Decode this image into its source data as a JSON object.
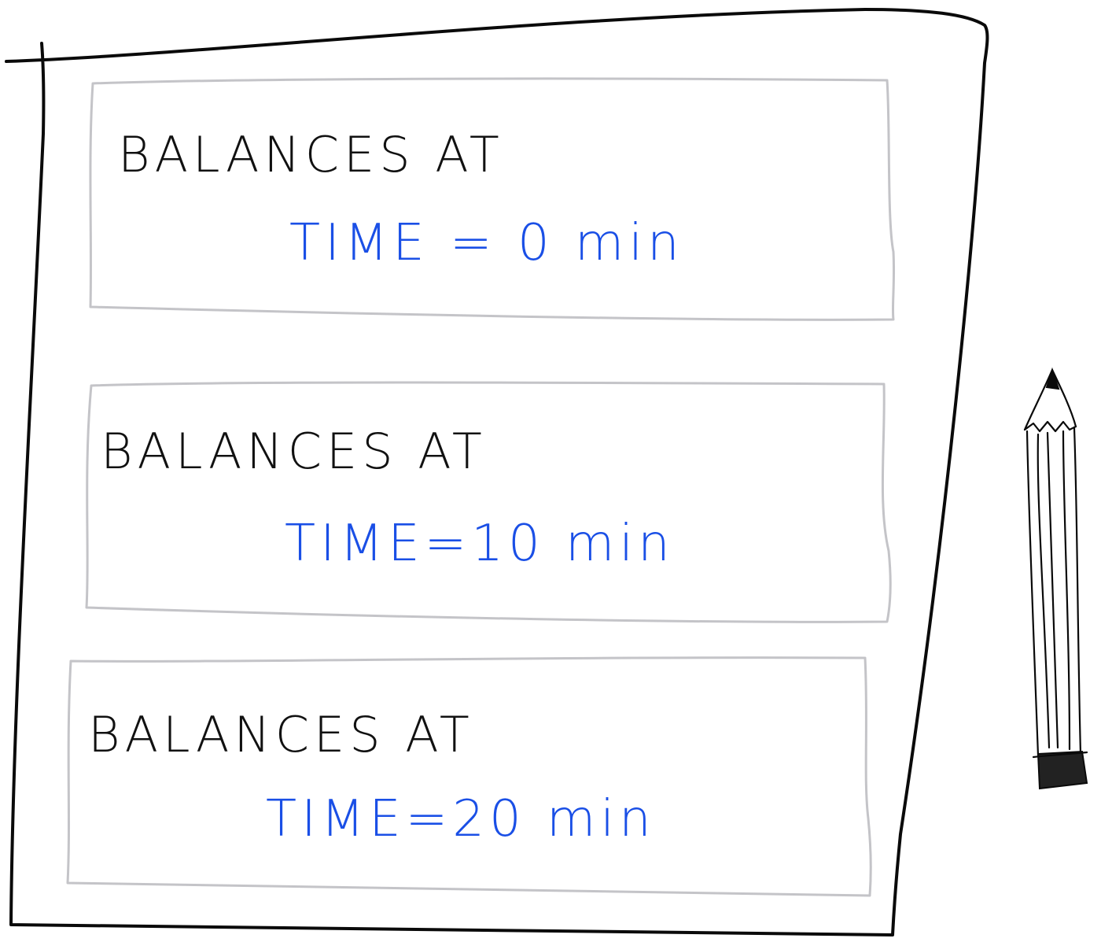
{
  "cards": [
    {
      "heading": "BALANCES AT",
      "time": "TIME = 0 min"
    },
    {
      "heading": "BALANCES AT",
      "time": "TIME=10 min"
    },
    {
      "heading": "BALANCES AT",
      "time": "TIME=20 min"
    }
  ],
  "colors": {
    "ink": "#111111",
    "time_blue": "#1a4fe6",
    "card_border": "#c4c4c8",
    "page_border": "#0a0a0a"
  },
  "icons": {
    "pencil": "pencil-icon"
  }
}
